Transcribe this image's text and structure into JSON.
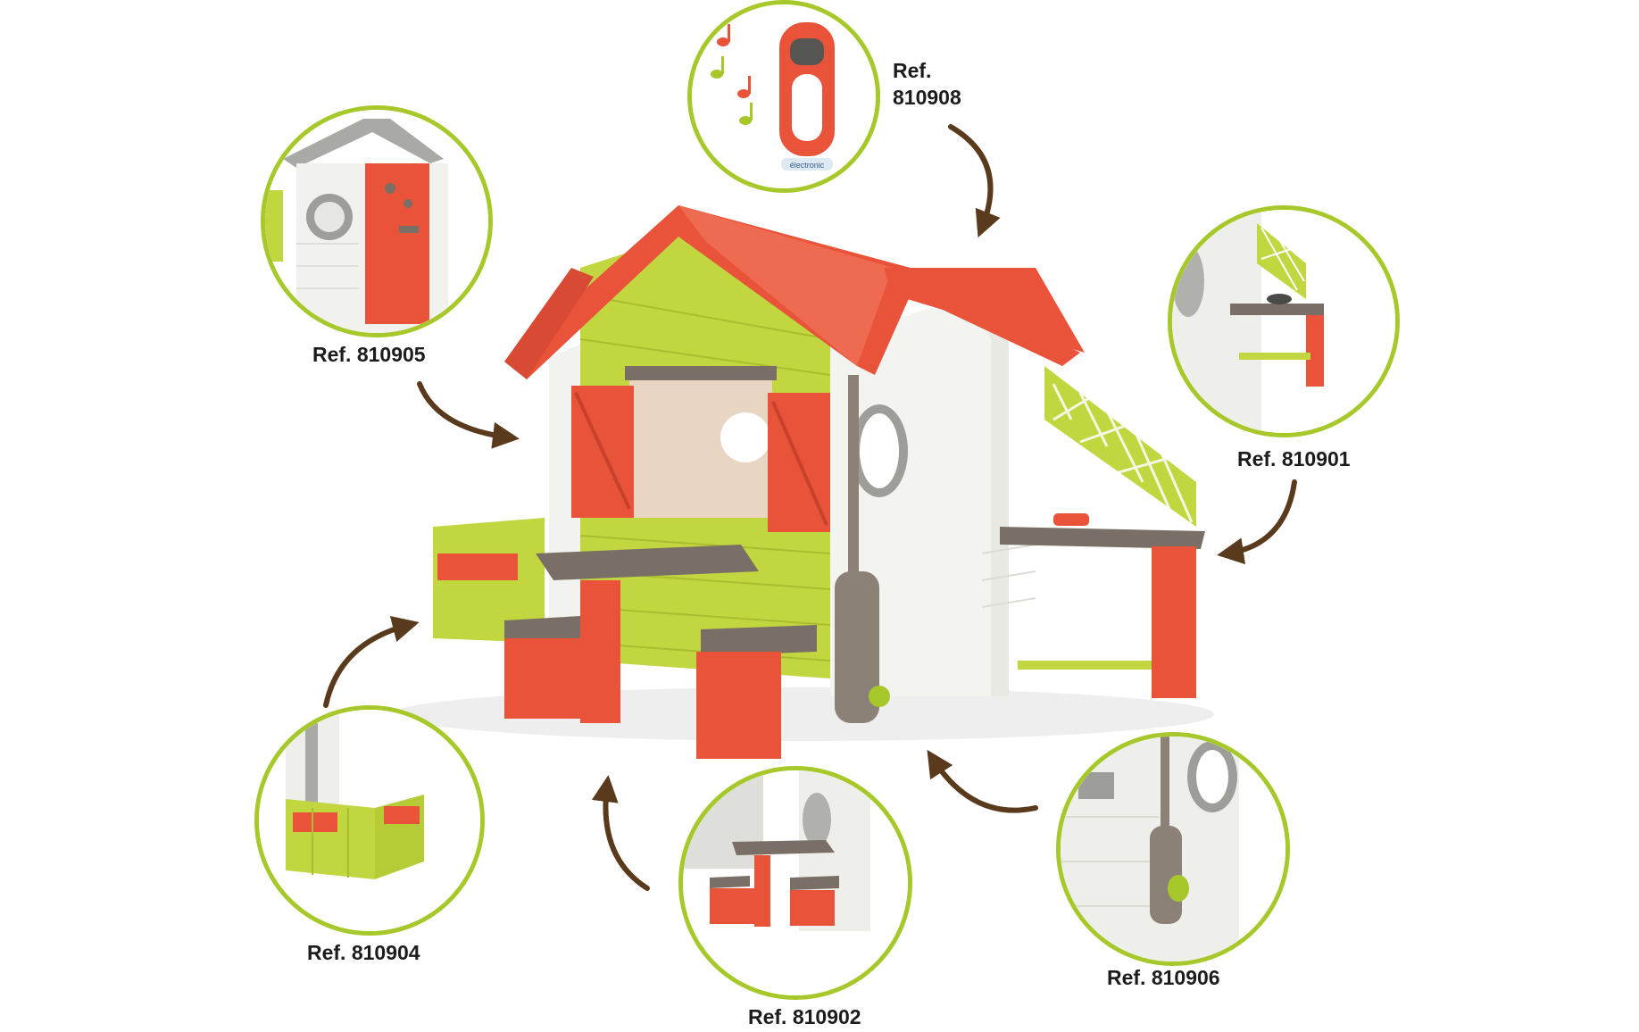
{
  "colors": {
    "ring": "#a7c82a",
    "arrow": "#5a3a1c",
    "roof": "#e8533a",
    "lime": "#bcd43a",
    "wall": "#f2f2ee",
    "table": "#7a6f66",
    "bench_frame": "#e8533a"
  },
  "modules": [
    {
      "name": "door-module",
      "label": "Ref. 810905",
      "icon": "door-icon"
    },
    {
      "name": "doorbell-module",
      "label_top": "Ref.",
      "label_bottom": "810908",
      "icon": "doorbell-icon"
    },
    {
      "name": "kitchen-module",
      "label": "Ref. 810901",
      "icon": "kitchen-icon"
    },
    {
      "name": "planter-module",
      "label": "Ref. 810904",
      "icon": "planter-icon"
    },
    {
      "name": "picnic-table-module",
      "label": "Ref. 810902",
      "icon": "picnic-table-icon"
    },
    {
      "name": "rain-barrel-module",
      "label": "Ref. 810906",
      "icon": "rain-barrel-icon"
    }
  ],
  "doorbell_brand": "électronic"
}
